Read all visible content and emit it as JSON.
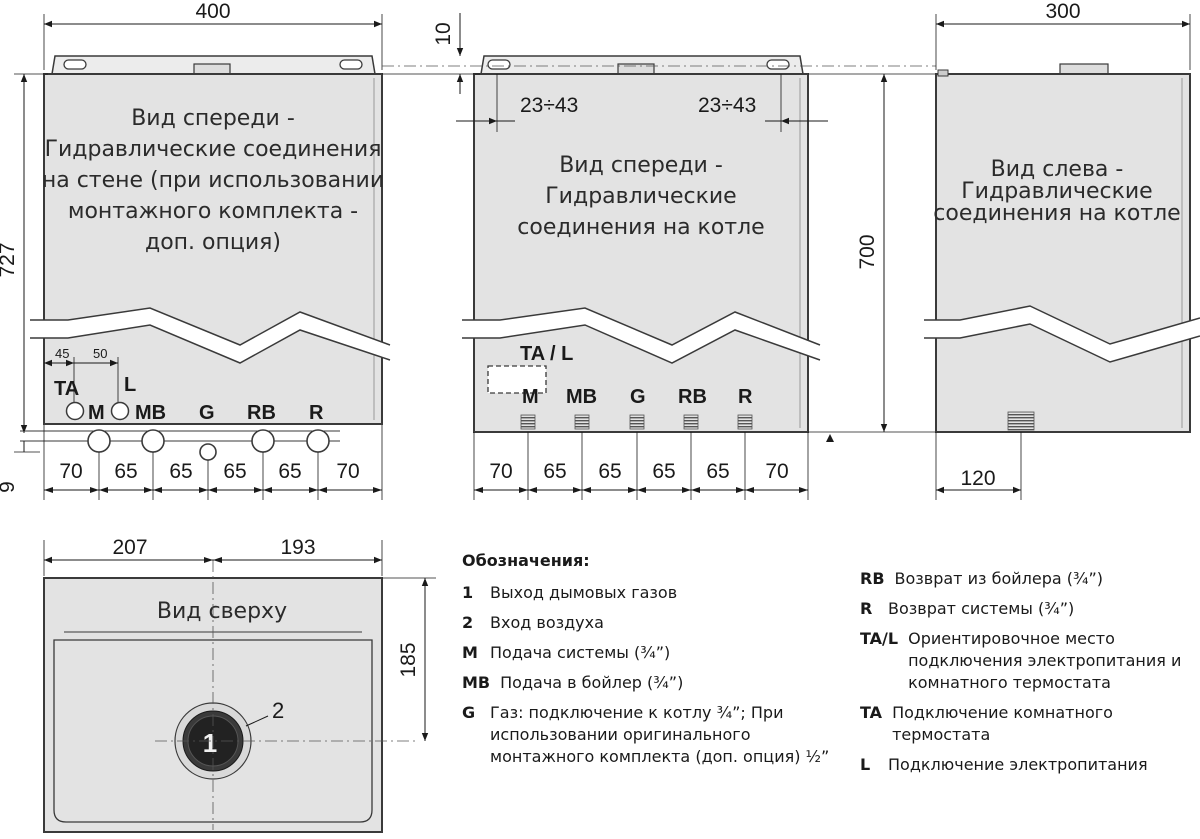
{
  "colors": {
    "panel": "#e3e3e3",
    "outline": "#3a3a3a",
    "dim_line": "#1a1a1a",
    "dash": "#777777"
  },
  "dims": {
    "w400": "400",
    "h727": "727",
    "h9": "9",
    "d45": "45",
    "d50": "50",
    "left_spacing": [
      "70",
      "65",
      "65",
      "65",
      "65",
      "70"
    ],
    "h10": "10",
    "r23a": "23÷43",
    "r23b": "23÷43",
    "h700": "700",
    "mid_spacing": [
      "70",
      "65",
      "65",
      "65",
      "65",
      "70"
    ],
    "w300": "300",
    "d120": "120",
    "w207": "207",
    "w193": "193",
    "h185": "185"
  },
  "views": {
    "front_wall": [
      "Вид спереди -",
      "Гидравлические соединения",
      "на стене (при использовании",
      "монтажного комплекта -",
      "доп. опция)"
    ],
    "front_boiler": [
      "Вид спереди -",
      "Гидравлические",
      "соединения на котле"
    ],
    "left": [
      "Вид слева -",
      "Гидравлические",
      "соединения на котле"
    ],
    "top": "Вид  сверху"
  },
  "connections_wall": {
    "ta": "TA",
    "l": "L",
    "m": "M",
    "mb": "MB",
    "g": "G",
    "rb": "RB",
    "r": "R"
  },
  "connections_boiler": {
    "tal": "TA / L",
    "m": "M",
    "mb": "MB",
    "g": "G",
    "rb": "RB",
    "r": "R"
  },
  "top_marks": {
    "one": "1",
    "two": "2"
  },
  "legend": {
    "title": "Обозначения:",
    "col1": [
      {
        "code": "1",
        "text": "Выход дымовых газов"
      },
      {
        "code": "2",
        "text": "Вход воздуха"
      },
      {
        "code": "M",
        "text": "Подача системы (¾”)"
      },
      {
        "code": "MB",
        "text": "Подача в бойлер (¾”)"
      },
      {
        "code": "G",
        "text": "Газ: подключение к котлу ¾”; При использовании оригинального монтажного комплекта (доп. опция) ½”"
      }
    ],
    "col2": [
      {
        "code": "RB",
        "text": "Возврат из бойлера (¾”)"
      },
      {
        "code": "R",
        "text": "Возврат системы (¾”)"
      },
      {
        "code": "TA/L",
        "text": "Ориентировочное место подключения электропитания и комнатного термостата"
      },
      {
        "code": "TA",
        "text": "Подключение комнатного термостата"
      },
      {
        "code": "L",
        "text": "Подключение электропитания"
      }
    ]
  }
}
